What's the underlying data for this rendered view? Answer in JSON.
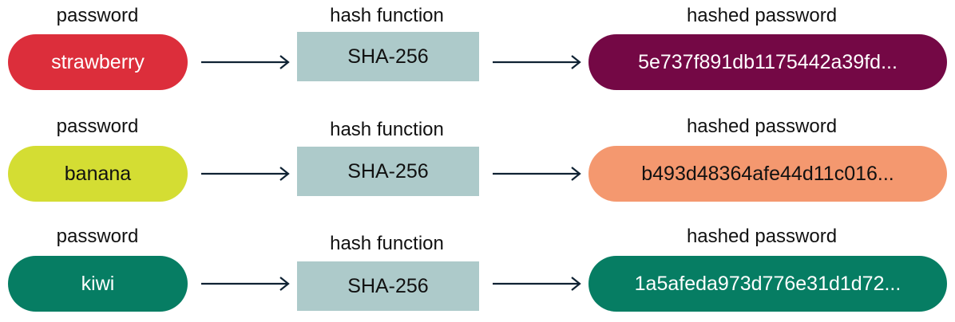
{
  "rows": [
    {
      "password_label": "password",
      "password": "strawberry",
      "password_color": "#DC2E3B",
      "password_text_color": "#FFFFFF",
      "hash_label": "hash function",
      "hash_function": "SHA-256",
      "hash_box_color": "#ADCACA",
      "hashed_label": "hashed password",
      "hashed_password": "5e737f891db1175442a39fd...",
      "hashed_color": "#740845",
      "hashed_text_color": "#FFFFFF"
    },
    {
      "password_label": "password",
      "password": "banana",
      "password_color": "#D4DD33",
      "password_text_color": "#111111",
      "hash_label": "hash function",
      "hash_function": "SHA-256",
      "hash_box_color": "#ADCACA",
      "hashed_label": "hashed password",
      "hashed_password": "b493d48364afe44d11c016...",
      "hashed_color": "#F4986F",
      "hashed_text_color": "#111111"
    },
    {
      "password_label": "password",
      "password": "kiwi",
      "password_color": "#067D63",
      "password_text_color": "#FFFFFF",
      "hash_label": "hash function",
      "hash_function": "SHA-256",
      "hash_box_color": "#ADCACA",
      "hashed_label": "hashed password",
      "hashed_password": "1a5afeda973d776e31d1d72...",
      "hashed_color": "#067D63",
      "hashed_text_color": "#FFFFFF"
    }
  ],
  "arrow_color": "#0F2233"
}
